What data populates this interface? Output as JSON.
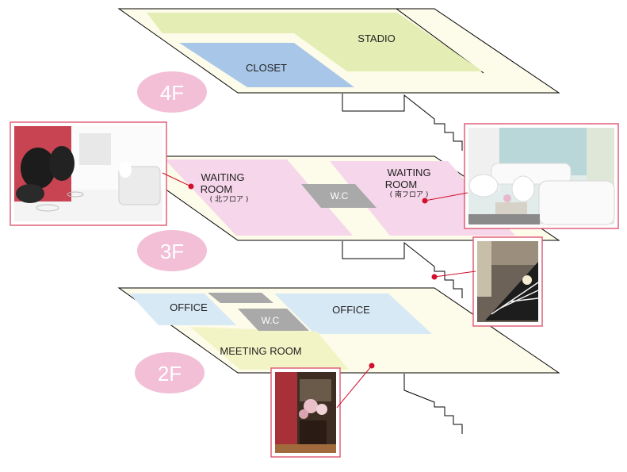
{
  "colors": {
    "floor_fill": "#fdfbe9",
    "floor_stroke": "#000000",
    "studio": "#e4eeb4",
    "closet": "#a8c7e8",
    "waiting": "#f6d6ea",
    "wc": "#a9a9a9",
    "office": "#d8e9f6",
    "meeting": "#f3f4c6",
    "badge": "#f2bfd6",
    "photo_frame": "#e0607a",
    "pointer": "#d0102c"
  },
  "floors": {
    "f4": {
      "badge": "4F",
      "rooms": {
        "studio": "STADIO",
        "closet": "CLOSET"
      }
    },
    "f3": {
      "badge": "3F",
      "rooms": {
        "waiting_north": "WAITING",
        "waiting_north_2": "ROOM",
        "waiting_north_sub": "( 北フロア )",
        "wc": "W.C",
        "waiting_south": "WAITING",
        "waiting_south_2": "ROOM",
        "waiting_south_sub": "( 南フロア )"
      }
    },
    "f2": {
      "badge": "2F",
      "rooms": {
        "office_left": "OFFICE",
        "wc": "W.C",
        "office_right": "OFFICE",
        "meeting": "MEETING ROOM"
      }
    }
  },
  "photos": [
    {
      "name": "north-waiting-room-photo",
      "subject": "waiting room with black egg chairs"
    },
    {
      "name": "south-waiting-room-photo",
      "subject": "waiting room with white sofas"
    },
    {
      "name": "staircase-photo",
      "subject": "staircase"
    },
    {
      "name": "office-entrance-photo",
      "subject": "office entrance with flowers"
    }
  ]
}
